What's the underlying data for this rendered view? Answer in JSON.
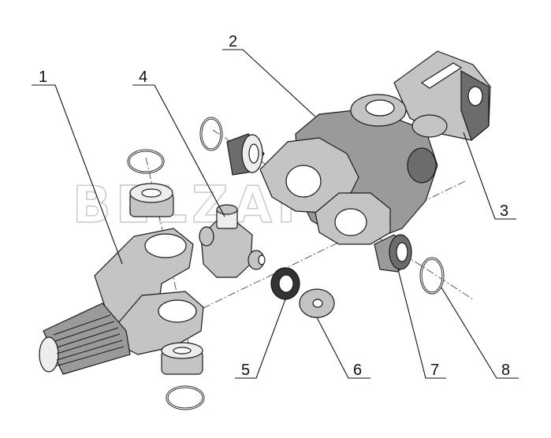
{
  "watermark": "BELZAP",
  "callouts": [
    {
      "id": "1",
      "label": "1"
    },
    {
      "id": "2",
      "label": "2"
    },
    {
      "id": "3",
      "label": "3"
    },
    {
      "id": "4",
      "label": "4"
    },
    {
      "id": "5",
      "label": "5"
    },
    {
      "id": "6",
      "label": "6"
    },
    {
      "id": "7",
      "label": "7"
    },
    {
      "id": "8",
      "label": "8"
    }
  ]
}
